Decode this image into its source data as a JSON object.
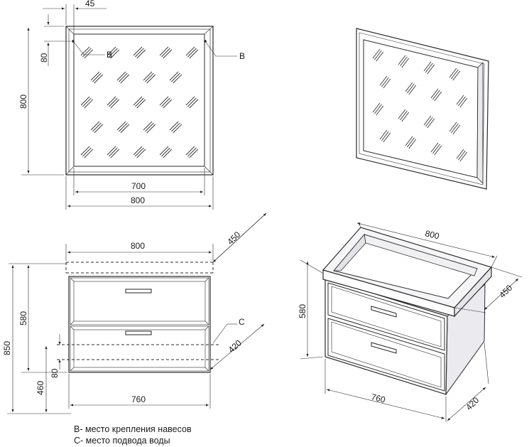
{
  "dimensions": {
    "mirror_width": "800",
    "mirror_inner_width": "700",
    "mirror_height": "800",
    "mount_offset_top": "80",
    "mount_offset_side": "45",
    "mount_label_left": "B",
    "mount_label_right": "B",
    "cabinet_top_width": "800",
    "cabinet_depth": "450",
    "cabinet_total_height": "850",
    "cabinet_height": "580",
    "water_height": "460",
    "water_offset": "80",
    "cabinet_body_width": "760",
    "cabinet_body_depth": "420",
    "water_label": "C",
    "iso_width": "800",
    "iso_depth": "450",
    "iso_height": "580",
    "iso_body_width": "760",
    "iso_body_depth": "420"
  },
  "legend": {
    "line_b": "B- место крепления навесов",
    "line_c": "C- место подвода воды"
  }
}
